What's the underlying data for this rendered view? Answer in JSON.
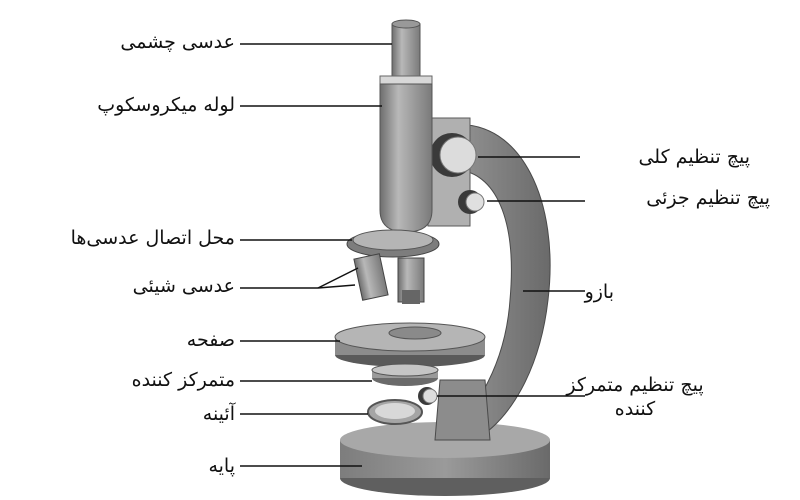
{
  "labels": {
    "eyepiece": "عدسی چشمی",
    "tube": "لوله میکروسکوپ",
    "nosepiece": "محل اتصال عدسی‌ها",
    "objective": "عدسی شیئی",
    "stage": "صفحه",
    "condenser": "متمرکز کننده",
    "mirror": "آئینه",
    "base": "پایه",
    "coarse_knob": "پیچ تنظیم کلی",
    "fine_knob": "پیچ تنظیم جزئی",
    "arm": "بازو",
    "condenser_knob": "پیچ تنظیم متمرکز کننده"
  },
  "colors": {
    "body_gray": "#8a8a8a",
    "dark_gray": "#555555",
    "light_gray": "#c8c8c8",
    "leader_line": "#111111"
  }
}
